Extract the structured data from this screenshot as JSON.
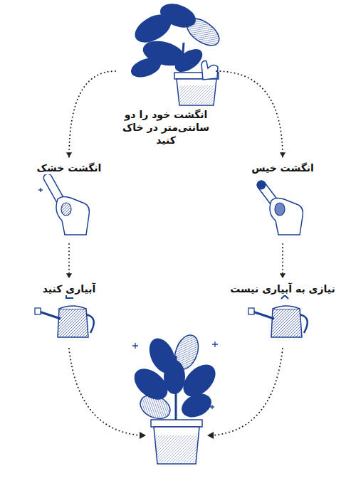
{
  "diagram": {
    "nodes": [
      {
        "text": [
          "انگشت خود را دو سانتی‌متر در خاک کنید"
        ]
      },
      {
        "text": [
          "انگشت خشک"
        ]
      },
      {
        "text": [
          "انگشت خیس"
        ]
      },
      {
        "text": [
          "آبیاری کنید"
        ]
      },
      {
        "text": [
          "نیازی به آبیاری نیست"
        ]
      }
    ],
    "edges": [
      {
        "from": 0,
        "to": 1,
        "arrow": "to"
      },
      {
        "from": 0,
        "to": 2,
        "arrow": "to"
      },
      {
        "from": 1,
        "to": 3,
        "arrow": "to"
      },
      {
        "from": 2,
        "to": 4,
        "arrow": "to"
      }
    ]
  }
}
